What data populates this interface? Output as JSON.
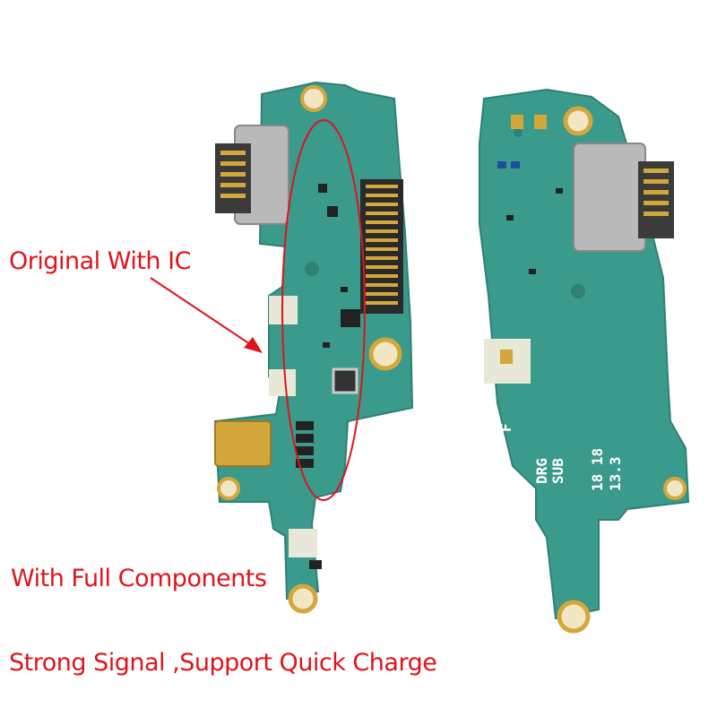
{
  "captions": {
    "ic": "Original With IC",
    "full": "With Full Components",
    "signal": "Strong Signal ,Support Quick Charge"
  },
  "silkscreen": {
    "part": "DRG",
    "sub": "SUB",
    "code_a": "18 18",
    "code_b": "13.3",
    "letter": "F"
  },
  "colors": {
    "caption": "#e0141b",
    "pcb": "#3a9a8c",
    "pcb_dark": "#2f8174",
    "gold": "#d4a73a",
    "metal": "#b9b9b9"
  }
}
